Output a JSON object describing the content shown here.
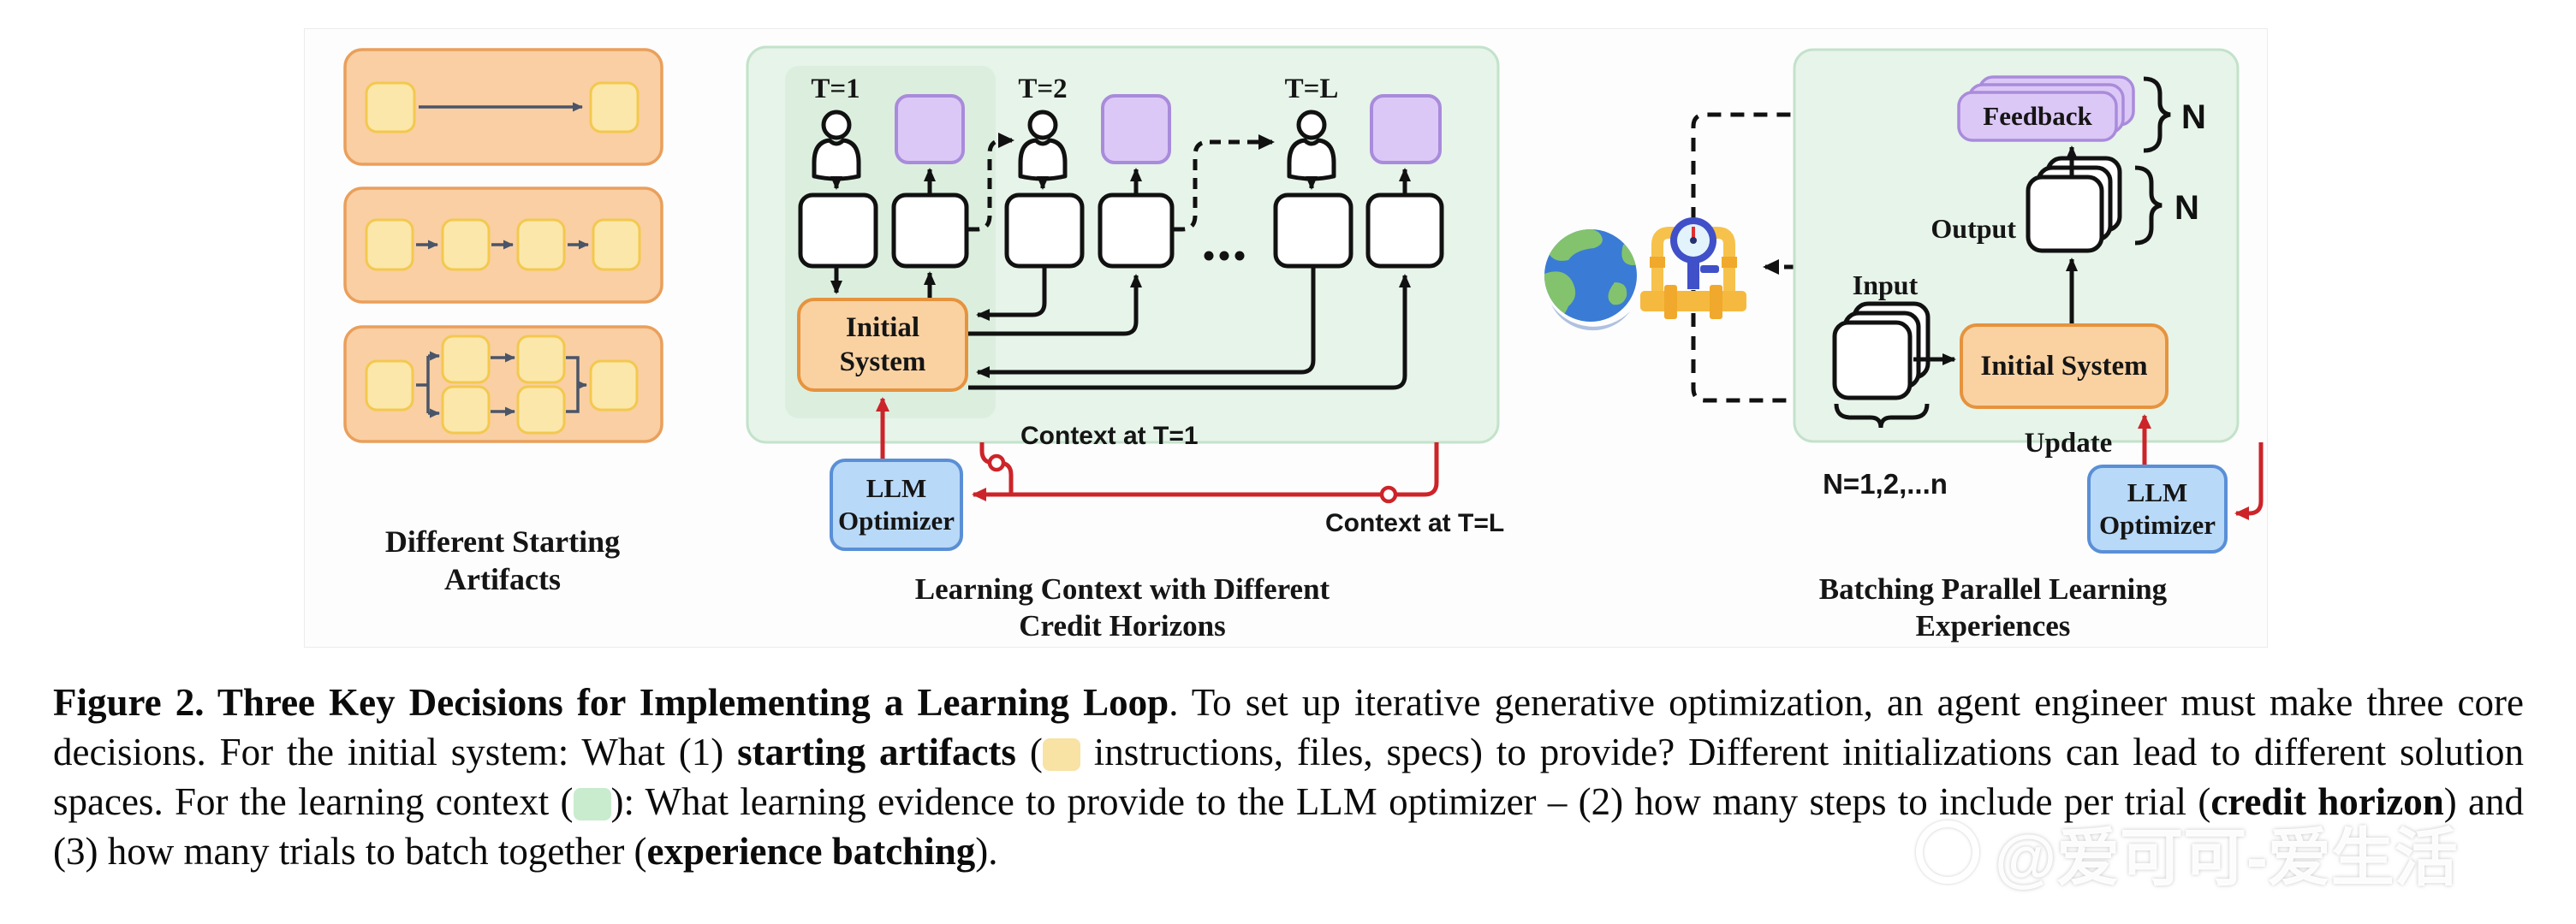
{
  "figure": {
    "left": {
      "caption_line1": "Different Starting",
      "caption_line2": "Artifacts"
    },
    "middle": {
      "t1": "T=1",
      "t2": "T=2",
      "tl": "T=L",
      "initial_system_line1": "Initial",
      "initial_system_line2": "System",
      "llm_line1": "LLM",
      "llm_line2": "Optimizer",
      "context_t1": "Context at T=1",
      "context_tl": "Context at T=L",
      "caption_line1": "Learning Context with Different",
      "caption_line2": "Credit Horizons"
    },
    "right": {
      "feedback": "Feedback",
      "output": "Output",
      "input": "Input",
      "initial_system": "Initial System",
      "update": "Update",
      "llm_line1": "LLM",
      "llm_line2": "Optimizer",
      "n_feedback": "N",
      "n_output": "N",
      "n_range": "N=1,2,...n",
      "caption_line1": "Batching Parallel Learning",
      "caption_line2": "Experiences"
    }
  },
  "caption": {
    "segments": [
      {
        "t": "Figure 2. Three Key Decisions for Implementing a Learning Loop",
        "b": true
      },
      {
        "t": ". To set up iterative generative optimization, an agent engineer must make three core decisions. For the initial system: What (1) "
      },
      {
        "t": "starting artifacts",
        "b": true
      },
      {
        "t": " ("
      },
      {
        "swatch": "artifact"
      },
      {
        "t": " instructions, files, specs) to provide? Different initializations can lead to different solution spaces. For the learning context ("
      },
      {
        "swatch": "context"
      },
      {
        "t": "): What learning evidence to provide to the LLM optimizer – (2) how many steps to include per trial ("
      },
      {
        "t": "credit horizon",
        "b": true
      },
      {
        "t": ") and (3) how many trials to batch together ("
      },
      {
        "t": "experience batching",
        "b": true
      },
      {
        "t": ")."
      }
    ]
  },
  "watermark": {
    "text": "@爱可可-爱生活"
  },
  "colors": {
    "artifact": "#F8E2A4",
    "context": "#C9EBCE",
    "panel_orange": "#F9CFA3",
    "panel_green": "#E7F4EA",
    "box_purple": "#DCC8F6",
    "box_blue": "#B9D9F8",
    "accent_red": "#CC2429"
  }
}
